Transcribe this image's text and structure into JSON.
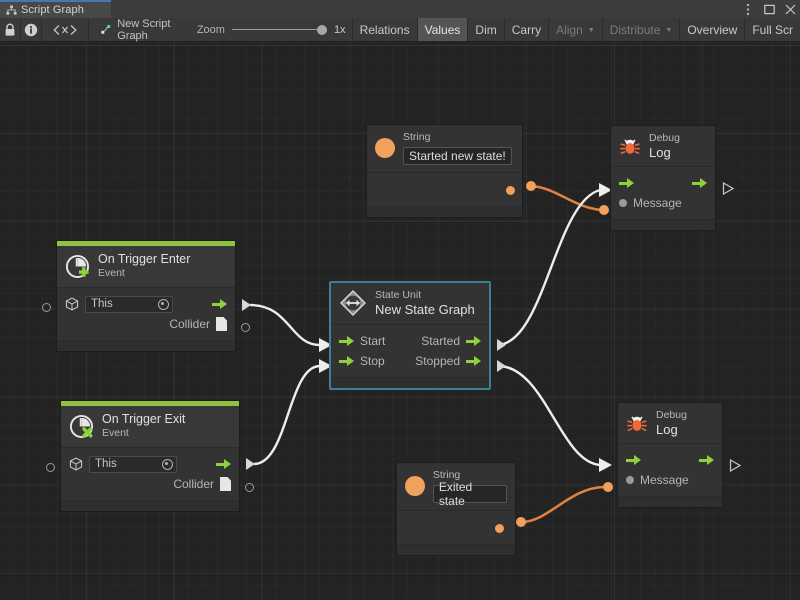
{
  "window": {
    "tab_label": "Script Graph",
    "tab_icon": "graph-hierarchy-icon",
    "controls": [
      {
        "name": "more-options-icon",
        "glyph": "kebab-menu"
      },
      {
        "name": "maximize-icon",
        "glyph": "square"
      },
      {
        "name": "close-icon",
        "glyph": "x"
      }
    ]
  },
  "toolbar": {
    "lock_icon": "lock-icon",
    "info_icon": "info-icon",
    "code_icon": "code-brackets-icon",
    "breadcrumb_icon": "script-graph-icon",
    "breadcrumb_label": "New Script Graph",
    "zoom_label": "Zoom",
    "zoom_value": "1x",
    "buttons": [
      {
        "label": "Relations",
        "active": false,
        "dim": false,
        "caret": false
      },
      {
        "label": "Values",
        "active": true,
        "dim": false,
        "caret": false
      },
      {
        "label": "Dim",
        "active": false,
        "dim": false,
        "caret": false
      },
      {
        "label": "Carry",
        "active": false,
        "dim": false,
        "caret": false
      },
      {
        "label": "Align",
        "active": false,
        "dim": true,
        "caret": true
      },
      {
        "label": "Distribute",
        "active": false,
        "dim": true,
        "caret": true
      },
      {
        "label": "Overview",
        "active": false,
        "dim": false,
        "caret": false
      },
      {
        "label": "Full Scr",
        "active": false,
        "dim": false,
        "caret": false
      }
    ]
  },
  "graph": {
    "nodes": {
      "string_top": {
        "icon": "string-value-icon",
        "title": "String",
        "value": "Started new state!",
        "output_port": "string-output-port"
      },
      "debug_log_top": {
        "icon": "debug-bug-icon",
        "title_small": "Debug",
        "title_big": "Log",
        "flow_in": "flow-input-port",
        "flow_out": "flow-output-port",
        "message_label": "Message"
      },
      "on_trigger_enter": {
        "icon": "on-trigger-enter-icon",
        "title": "On Trigger Enter",
        "subtitle": "Event",
        "target_value": "This",
        "collider_label": "Collider"
      },
      "on_trigger_exit": {
        "icon": "on-trigger-exit-icon",
        "title": "On Trigger Exit",
        "subtitle": "Event",
        "target_value": "This",
        "collider_label": "Collider"
      },
      "state_unit": {
        "icon": "state-unit-icon",
        "title_small": "State Unit",
        "title_big": "New  State  Graph",
        "selected": true,
        "in_ports": [
          "Start",
          "Stop"
        ],
        "out_ports": [
          "Started",
          "Stopped"
        ]
      },
      "string_bottom": {
        "icon": "string-value-icon",
        "title": "String",
        "value": "Exited state",
        "output_port": "string-output-port"
      },
      "debug_log_bottom": {
        "icon": "debug-bug-icon",
        "title_small": "Debug",
        "title_big": "Log",
        "flow_in": "flow-input-port",
        "flow_out": "flow-output-port",
        "message_label": "Message"
      }
    }
  },
  "colors": {
    "event_accent": "#8fc33f",
    "flow_arrow": "#8fd13c",
    "value_wire": "#e08043",
    "flow_wire": "#e8e8e8",
    "selection": "#3c7f99",
    "canvas_bg": "#232323"
  }
}
